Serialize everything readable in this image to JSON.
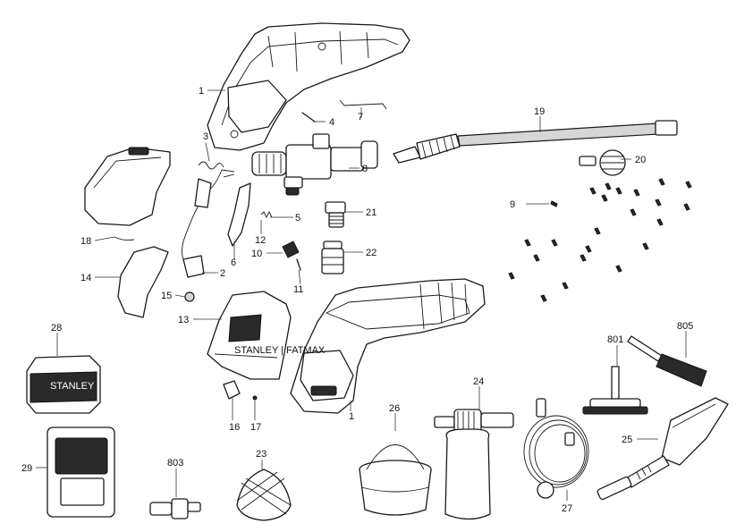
{
  "callouts": {
    "c1a": "1",
    "c1b": "1",
    "c2": "2",
    "c3": "3",
    "c4": "4",
    "c5": "5",
    "c6": "6",
    "c7": "7",
    "c8": "8",
    "c9": "9",
    "c10": "10",
    "c11": "11",
    "c12": "12",
    "c13": "13",
    "c14": "14",
    "c15": "15",
    "c16": "16",
    "c17": "17",
    "c18": "18",
    "c19": "19",
    "c20": "20",
    "c21": "21",
    "c22": "22",
    "c23": "23",
    "c24": "24",
    "c25": "25",
    "c26": "26",
    "c27": "27",
    "c28": "28",
    "c29": "29",
    "c801": "801",
    "c803": "803",
    "c805": "805"
  },
  "product_markings": {
    "housing_brand": "STANLEY | FATMAX",
    "battery_brand": "STANLEY | FATMAX"
  }
}
